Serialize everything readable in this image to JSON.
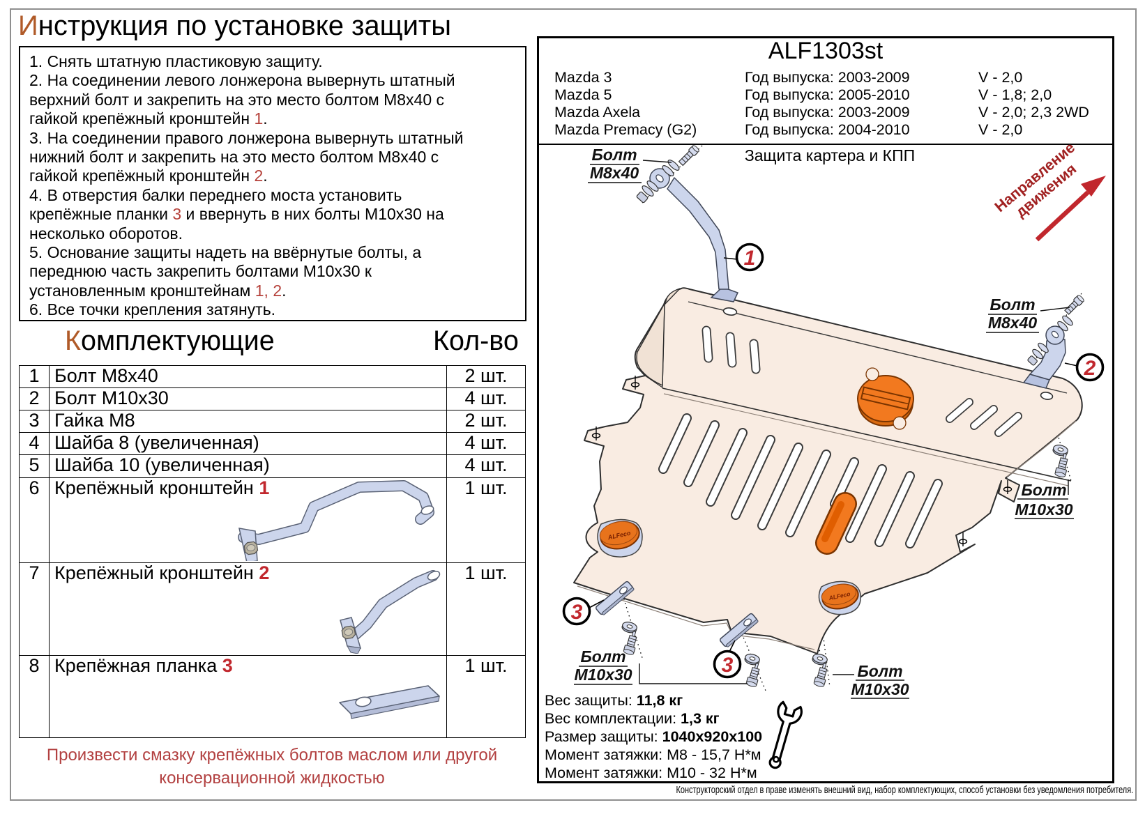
{
  "title": {
    "first_letter": "И",
    "rest": "нструкция по установке защиты"
  },
  "instructions": {
    "lines": [
      {
        "pre": "1. Снять штатную пластиковую защиту."
      },
      {
        "pre": "2. На соединении левого лонжерона вывернуть штатный"
      },
      {
        "pre": "верхний болт и закрепить на это место болтом М8х40 с"
      },
      {
        "pre": "гайкой крепёжный кронштейн ",
        "red": "1",
        "post": "."
      },
      {
        "pre": "3. На соединении правого лонжерона вывернуть штатный"
      },
      {
        "pre": "нижний болт и закрепить на это место болтом М8х40 с"
      },
      {
        "pre": "гайкой крепёжный кронштейн ",
        "red": "2",
        "post": "."
      },
      {
        "pre": "4. В отверстия балки переднего моста установить"
      },
      {
        "pre": "крепёжные планки ",
        "red": "3",
        "post": " и ввернуть в них болты М10х30 на"
      },
      {
        "pre": "несколько оборотов."
      },
      {
        "pre": "5. Основание защиты надеть на ввёрнутые болты, а"
      },
      {
        "pre": "переднюю часть закрепить болтами М10х30 к"
      },
      {
        "pre": "установленным кронштейнам ",
        "red": "1, 2",
        "post": "."
      },
      {
        "pre": "6. Все точки крепления затянуть."
      }
    ]
  },
  "parts": {
    "title_first": "К",
    "title_rest": "омплектующие",
    "qty_header": "Кол-во",
    "rows": [
      {
        "num": "1",
        "name": "Болт М8х40",
        "qty": "2 шт."
      },
      {
        "num": "2",
        "name": "Болт М10х30",
        "qty": "4 шт."
      },
      {
        "num": "3",
        "name": "Гайка М8",
        "qty": "2 шт."
      },
      {
        "num": "4",
        "name": "Шайба 8 (увеличенная)",
        "qty": "4 шт."
      },
      {
        "num": "5",
        "name": "Шайба 10 (увеличенная)",
        "qty": "4 шт."
      },
      {
        "num": "6",
        "name": "Крепёжный кронштейн ",
        "name_red": "1",
        "qty": "1 шт."
      },
      {
        "num": "7",
        "name": "Крепёжный кронштейн ",
        "name_red": "2",
        "qty": "1 шт."
      },
      {
        "num": "8",
        "name": "Крепёжная планка ",
        "name_red": "3",
        "qty": "1 шт."
      }
    ]
  },
  "warning": {
    "line1": "Произвести смазку крепёжных болтов маслом или другой",
    "line2": "консервационной жидкостью"
  },
  "panel": {
    "code": "ALF1303st",
    "vehicles": [
      {
        "model": "Mazda 3",
        "years": "Год выпуска: 2003-2009",
        "engine": "V - 2,0"
      },
      {
        "model": "Mazda 5",
        "years": "Год выпуска: 2005-2010",
        "engine": "V - 1,8; 2,0"
      },
      {
        "model": "Mazda Axela",
        "years": "Год выпуска: 2003-2009",
        "engine": "V - 2,0; 2,3 2WD"
      },
      {
        "model": "Mazda Premacy (G2)",
        "years": "Год выпуска: 2004-2010",
        "engine": "V - 2,0"
      }
    ]
  },
  "diagram": {
    "caption": "Защита картера и КПП",
    "direction": {
      "line1": "Направление",
      "line2": "движения"
    },
    "bolt_labels": [
      {
        "line1": "Болт",
        "line2": "М8х40"
      },
      {
        "line1": "Болт",
        "line2": "М8х40"
      },
      {
        "line1": "Болт",
        "line2": "М10х30"
      },
      {
        "line1": "Болт",
        "line2": "М10х30"
      },
      {
        "line1": "Болт",
        "line2": "М10х30"
      }
    ],
    "callouts": [
      "1",
      "2",
      "3",
      "3"
    ],
    "pad_brand": "ALFeco"
  },
  "specs": [
    {
      "label": "Вес защиты: ",
      "value": "11,8 кг"
    },
    {
      "label": "Вес комплектации: ",
      "value": "1,3 кг"
    },
    {
      "label": "Размер защиты: ",
      "value": "1040х920х100"
    },
    {
      "label": "Момент затяжки: ",
      "value": "М8 - 15,7 Н*м"
    },
    {
      "label": "Момент затяжки: ",
      "value": "М10 - 32 Н*м"
    }
  ],
  "footer": "Конструкторский отдел в праве изменять внешний вид, набор комплектующих, способ установки без уведомления потребителя.",
  "colors": {
    "accent_orange": "#b05a28",
    "red": "#c1272d",
    "text_red": "#b5413a",
    "plate_fill": "#f9ece2",
    "metal_blue": "#ccd5ec",
    "pad_orange": "#f2791f"
  }
}
